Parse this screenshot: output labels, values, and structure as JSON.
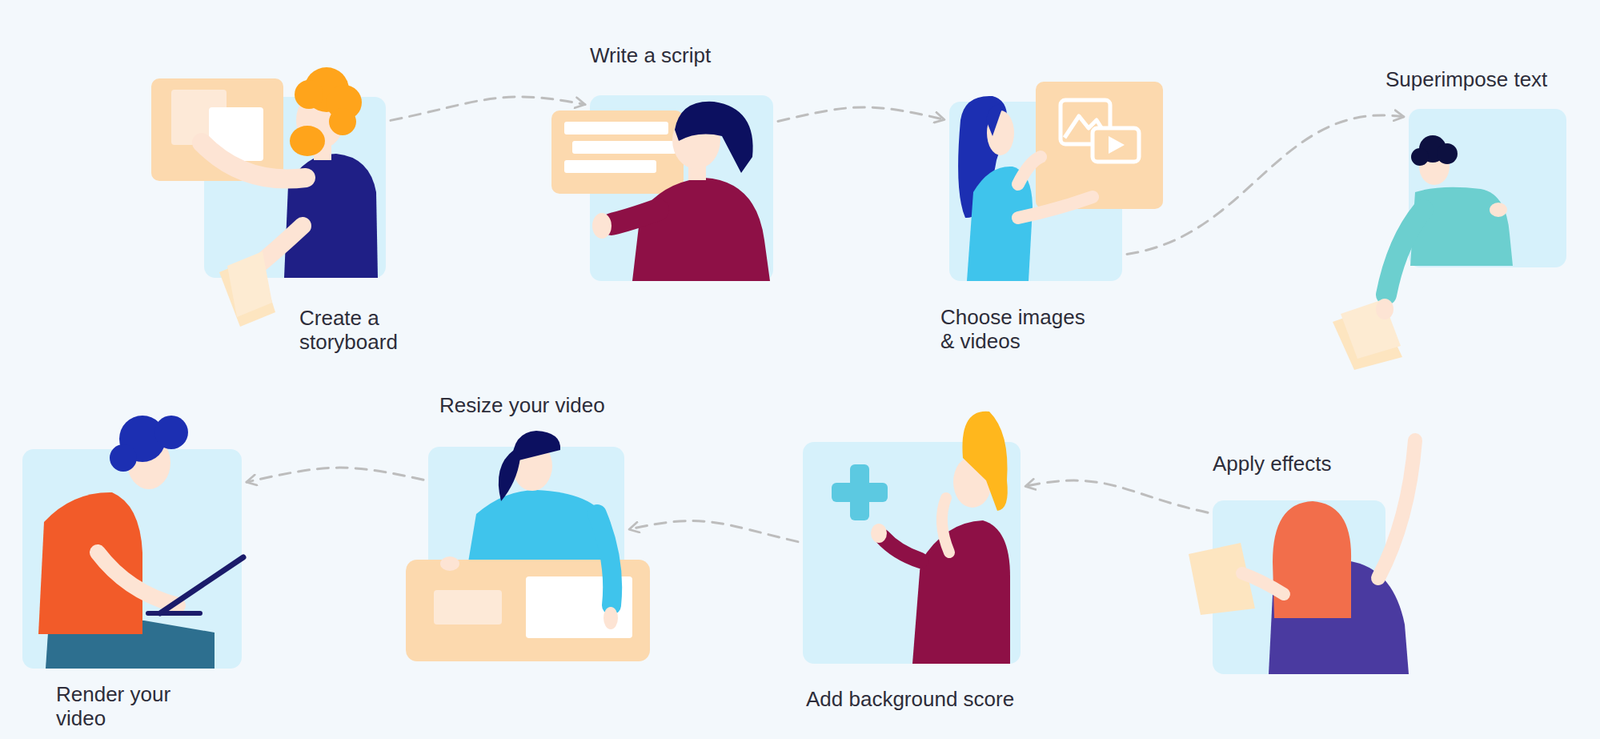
{
  "diagram": {
    "nodes": [
      {
        "text": [
          "Create a storyboard"
        ]
      },
      {
        "text": [
          "Write a script"
        ]
      },
      {
        "text": [
          "Choose images & videos"
        ]
      },
      {
        "text": [
          "Superimpose text"
        ]
      },
      {
        "text": [
          "Apply effects"
        ]
      },
      {
        "text": [
          "Add background score"
        ]
      },
      {
        "text": [
          "Resize your video"
        ]
      },
      {
        "text": [
          "Render your video"
        ]
      }
    ],
    "edges": [
      {
        "from": 0,
        "to": 1,
        "arrow": "to"
      },
      {
        "from": 1,
        "to": 2,
        "arrow": "to"
      },
      {
        "from": 2,
        "to": 3,
        "arrow": "to"
      },
      {
        "from": 4,
        "to": 5,
        "arrow": "to"
      },
      {
        "from": 5,
        "to": 6,
        "arrow": "to"
      },
      {
        "from": 6,
        "to": 7,
        "arrow": "to"
      }
    ]
  }
}
